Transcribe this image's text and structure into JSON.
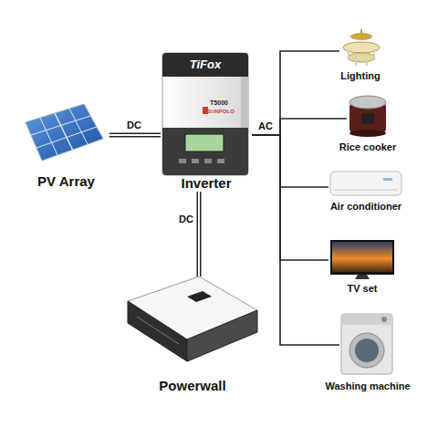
{
  "diagram": {
    "nodes": [
      {
        "text": [
          "PV Array"
        ]
      },
      {
        "text": [
          "Inverter"
        ]
      },
      {
        "text": [
          "Powerwall"
        ]
      },
      {
        "text": [
          "Lighting"
        ]
      },
      {
        "text": [
          "Rice cooker"
        ]
      },
      {
        "text": [
          "Air conditioner"
        ]
      },
      {
        "text": [
          "TV set"
        ]
      },
      {
        "text": [
          "Washing machine"
        ]
      }
    ],
    "edges": [
      {
        "from": 0,
        "to": 1,
        "label": "DC",
        "arrow": "none"
      },
      {
        "from": 1,
        "to": 2,
        "label": "DC",
        "arrow": "none"
      },
      {
        "from": 1,
        "to": 3,
        "label": "AC",
        "arrow": "none"
      },
      {
        "from": 1,
        "to": 4,
        "arrow": "none"
      },
      {
        "from": 1,
        "to": 5,
        "arrow": "none"
      },
      {
        "from": 1,
        "to": 6,
        "arrow": "none"
      },
      {
        "from": 1,
        "to": 7,
        "arrow": "none"
      }
    ],
    "labels": [
      "TiFox",
      "T5000",
      "SUNPOLO"
    ]
  }
}
